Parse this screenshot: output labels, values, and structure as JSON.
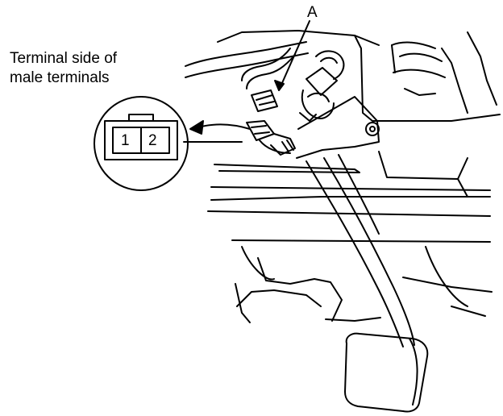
{
  "caption": {
    "line1": "Terminal side of",
    "line2": "male terminals"
  },
  "callout": {
    "label": "A"
  },
  "connector": {
    "pin_1": "1",
    "pin_2": "2"
  },
  "colors": {
    "ink": "#000000",
    "background": "#ffffff"
  }
}
